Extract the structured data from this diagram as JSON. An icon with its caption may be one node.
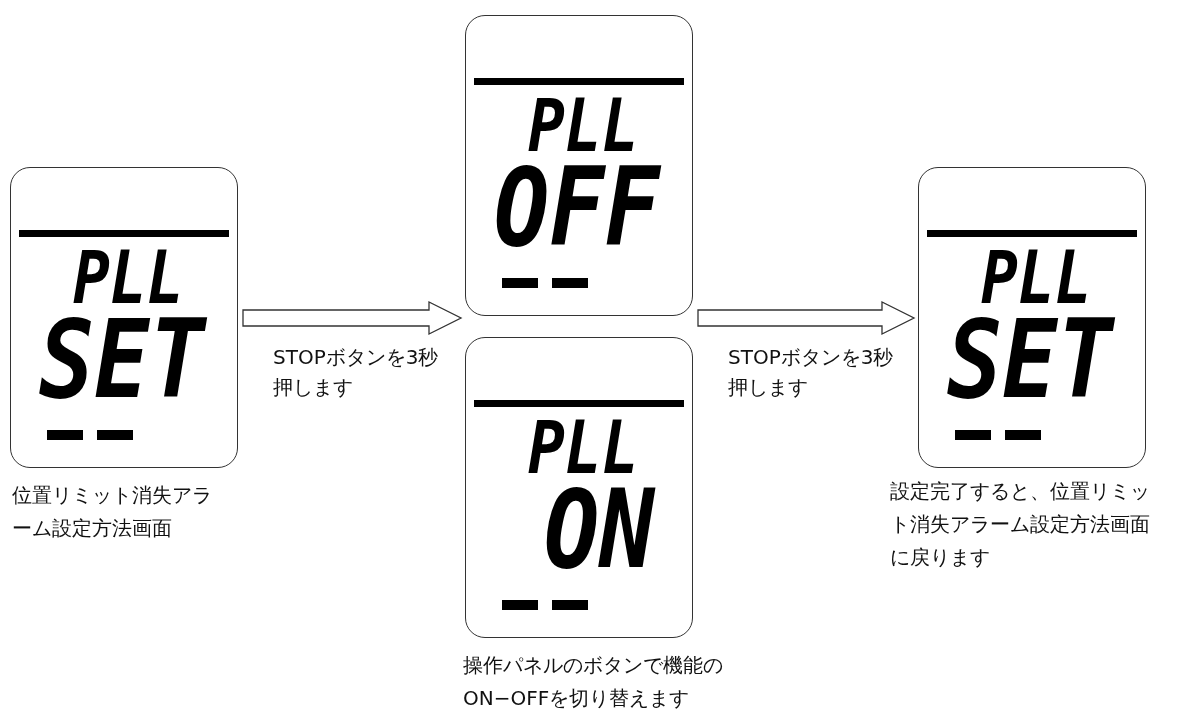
{
  "diagram": {
    "nodes": [
      {
        "text": [
          "PLL",
          "SET"
        ],
        "beside": [
          "位置リミット消失アラーム設定方法画面"
        ]
      },
      {
        "text": [
          "PLL",
          "OFF"
        ]
      },
      {
        "text": [
          "PLL",
          "ON"
        ],
        "beside": [
          "操作パネルのボタンで機能のON−OFFを切り替えます"
        ]
      },
      {
        "text": [
          "PLL",
          "SET"
        ],
        "beside": [
          "設定完了すると、位置リミット消失アラーム設定方法画面に戻ります"
        ]
      }
    ],
    "edges": [
      {
        "from": 0,
        "to": 1,
        "arrow": "to",
        "label": "STOPボタンを3秒押します"
      },
      {
        "from": 1,
        "to": 3,
        "arrow": "to",
        "label": "STOPボタンを3秒押します"
      }
    ]
  }
}
